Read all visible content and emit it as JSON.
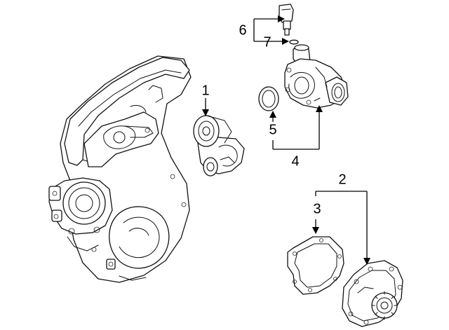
{
  "callouts": [
    {
      "id": "1",
      "label": "1"
    },
    {
      "id": "2",
      "label": "2"
    },
    {
      "id": "3",
      "label": "3"
    },
    {
      "id": "4",
      "label": "4"
    },
    {
      "id": "5",
      "label": "5"
    },
    {
      "id": "6",
      "label": "6"
    },
    {
      "id": "7",
      "label": "7"
    }
  ],
  "parts": [
    {
      "id": "timing-cover",
      "icon": "timing-cover-icon"
    },
    {
      "id": "belt-tensioner",
      "icon": "belt-tensioner-icon"
    },
    {
      "id": "thermostat-housing",
      "icon": "thermostat-housing-icon"
    },
    {
      "id": "housing-seal",
      "icon": "o-ring-seal-icon"
    },
    {
      "id": "temperature-sensor",
      "icon": "temperature-sensor-icon"
    },
    {
      "id": "sensor-o-ring",
      "icon": "o-ring-icon"
    },
    {
      "id": "pump-gasket",
      "icon": "gasket-icon"
    },
    {
      "id": "water-pump",
      "icon": "water-pump-icon"
    }
  ]
}
